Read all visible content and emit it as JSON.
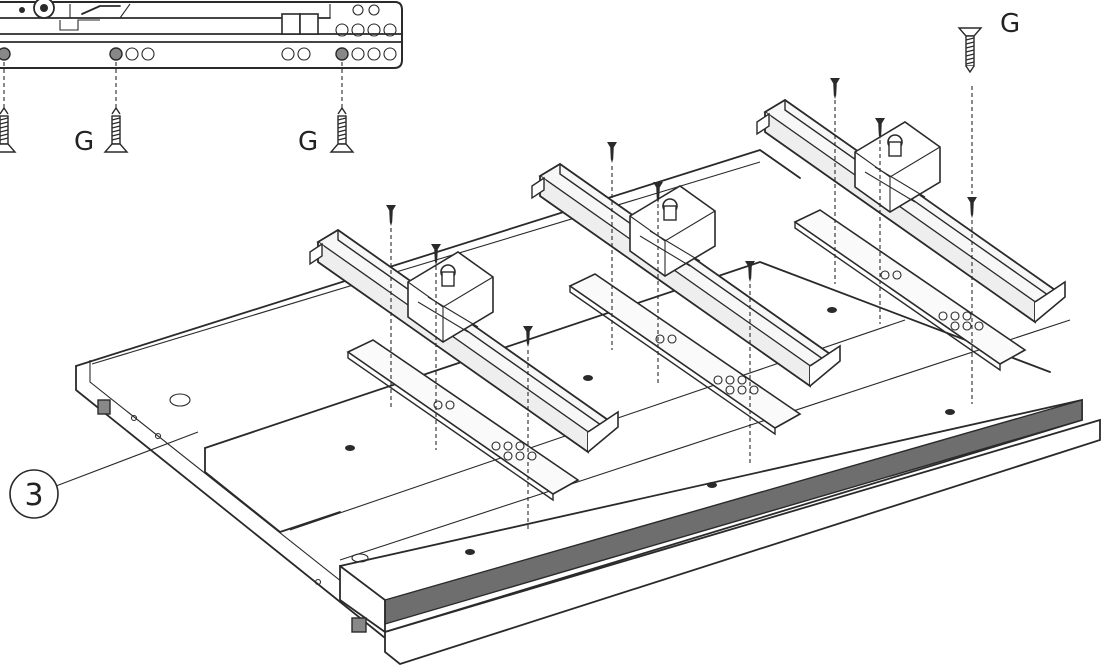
{
  "labels": {
    "screw_label": "G",
    "part_number": "3"
  },
  "colors": {
    "ink": "#2a2a2a",
    "paper": "#ffffff",
    "edge_band": "#6e6e6e",
    "rail_face": "#f4f4f4"
  },
  "icons": {
    "screw": "countersunk-screw-icon",
    "rail": "drawer-slide-rail"
  }
}
